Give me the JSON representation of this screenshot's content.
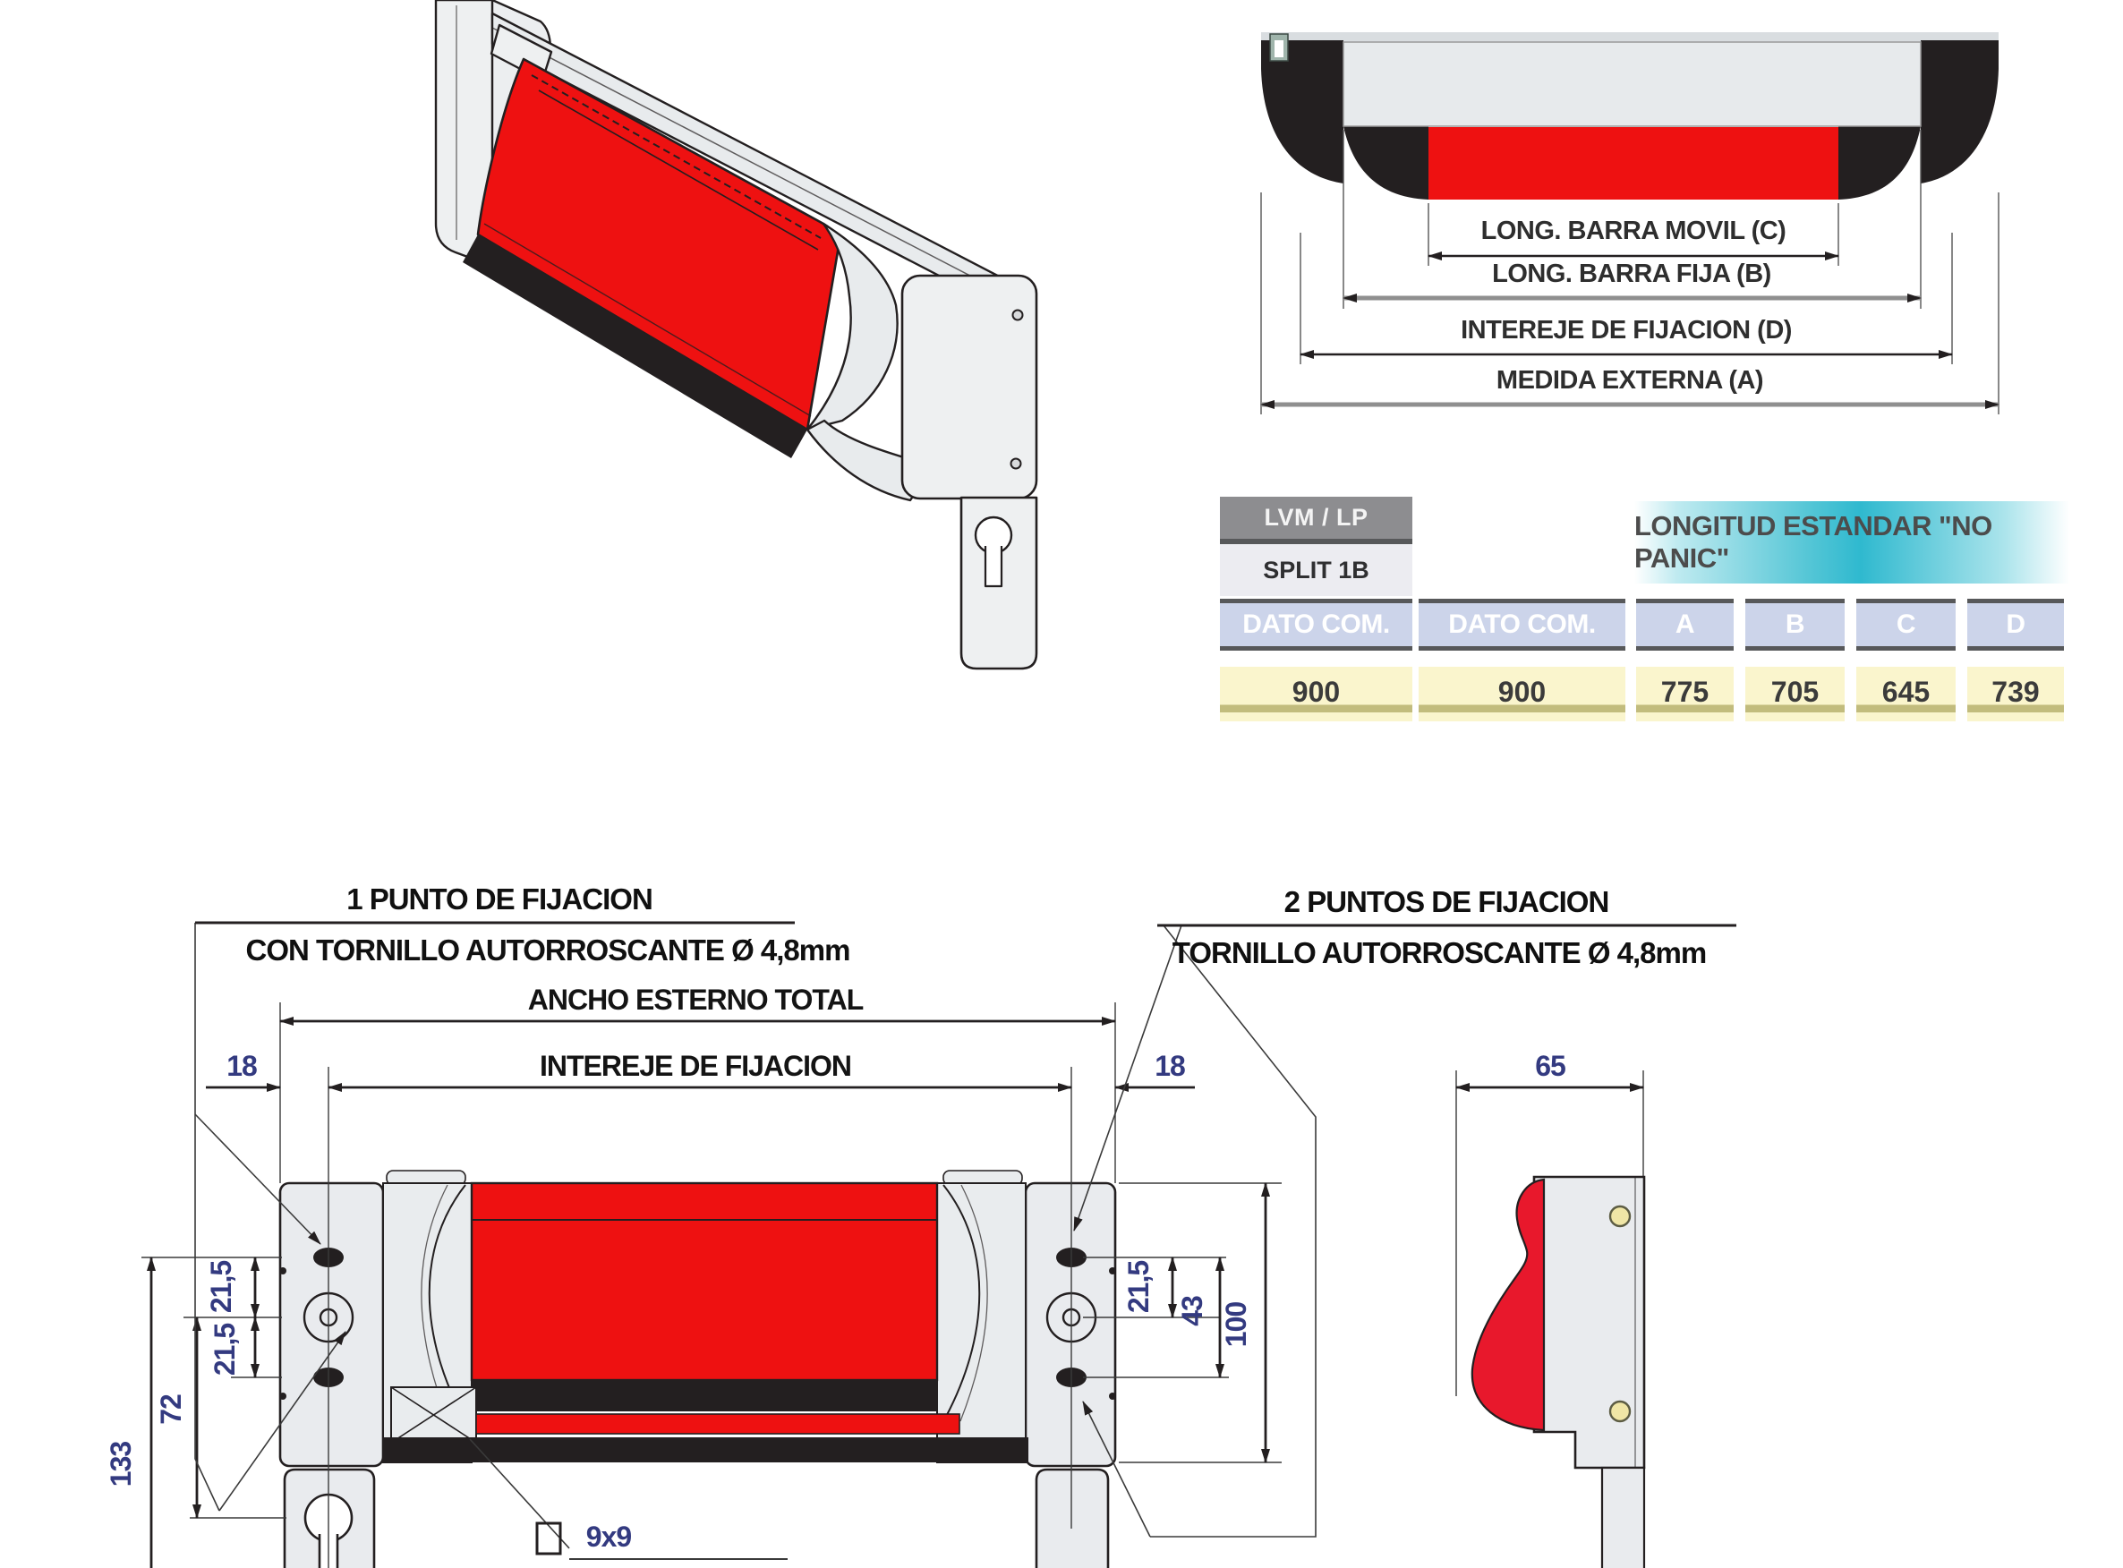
{
  "table": {
    "model": "LVM / LP",
    "variant": "SPLIT 1B",
    "banner": "LONGITUD ESTANDAR \"NO PANIC\"",
    "col_headers": [
      "DATO COM.",
      "DATO COM.",
      "A",
      "B",
      "C",
      "D"
    ],
    "row_values": [
      "900",
      "900",
      "775",
      "705",
      "645",
      "739"
    ]
  },
  "top_view": {
    "dim_movil": "LONG. BARRA MOVIL (C)",
    "dim_fija": "LONG. BARRA FIJA (B)",
    "dim_intereje": "INTEREJE DE FIJACION (D)",
    "dim_externa": "MEDIDA EXTERNA (A)"
  },
  "front_view": {
    "note_left_1": "1 PUNTO DE FIJACION",
    "note_left_2": "CON TORNILLO AUTORROSCANTE Ø 4,8mm",
    "note_right_1": "2 PUNTOS DE FIJACION",
    "note_right_2": "TORNILLO AUTORROSCANTE Ø 4,8mm",
    "dim_ancho": "ANCHO ESTERNO TOTAL",
    "dim_intereje": "INTEREJE DE FIJACION",
    "dim_18": "18",
    "dim_65": "65",
    "dim_21_5": "21,5",
    "dim_43": "43",
    "dim_100": "100",
    "dim_72": "72",
    "dim_133": "133",
    "spindle_label": "9x9"
  },
  "colors": {
    "red": "#ee1111",
    "dark": "#231f20",
    "light_gray": "#e9ecee",
    "teal": "#2fb9cf",
    "table_header_bg": "#ccd4ea",
    "table_value_bg": "#faf5cd",
    "value_stripe": "#c2bc7d",
    "model_header_bg": "#8d8d90",
    "dim_number_color": "#333a80"
  }
}
